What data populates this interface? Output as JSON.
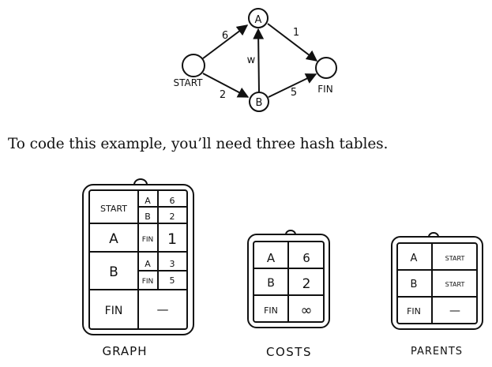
{
  "graph_diagram": {
    "nodes": {
      "start": "START",
      "a": "A",
      "b": "B",
      "fin": "FIN"
    },
    "edges": [
      {
        "from": "START",
        "to": "A",
        "weight": "6"
      },
      {
        "from": "START",
        "to": "B",
        "weight": "2"
      },
      {
        "from": "B",
        "to": "A",
        "weight": "w"
      },
      {
        "from": "A",
        "to": "FIN",
        "weight": "1"
      },
      {
        "from": "B",
        "to": "FIN",
        "weight": "5"
      }
    ]
  },
  "caption": "To code this example, you’ll need three hash tables.",
  "tables": {
    "graph": {
      "label": "GRAPH",
      "start": {
        "key": "START",
        "n1": "A",
        "w1": "6",
        "n2": "B",
        "w2": "2"
      },
      "a": {
        "key": "A",
        "n1": "FIN",
        "w1": "1"
      },
      "b": {
        "key": "B",
        "n1": "A",
        "w1": "3",
        "n2": "FIN",
        "w2": "5"
      },
      "fin": {
        "key": "FIN",
        "value": "—"
      }
    },
    "costs": {
      "label": "COSTS",
      "rows": [
        {
          "key": "A",
          "value": "6"
        },
        {
          "key": "B",
          "value": "2"
        },
        {
          "key": "FIN",
          "value": "∞"
        }
      ]
    },
    "parents": {
      "label": "PARENTS",
      "rows": [
        {
          "key": "A",
          "value": "START"
        },
        {
          "key": "B",
          "value": "START"
        },
        {
          "key": "FIN",
          "value": "—"
        }
      ]
    }
  }
}
